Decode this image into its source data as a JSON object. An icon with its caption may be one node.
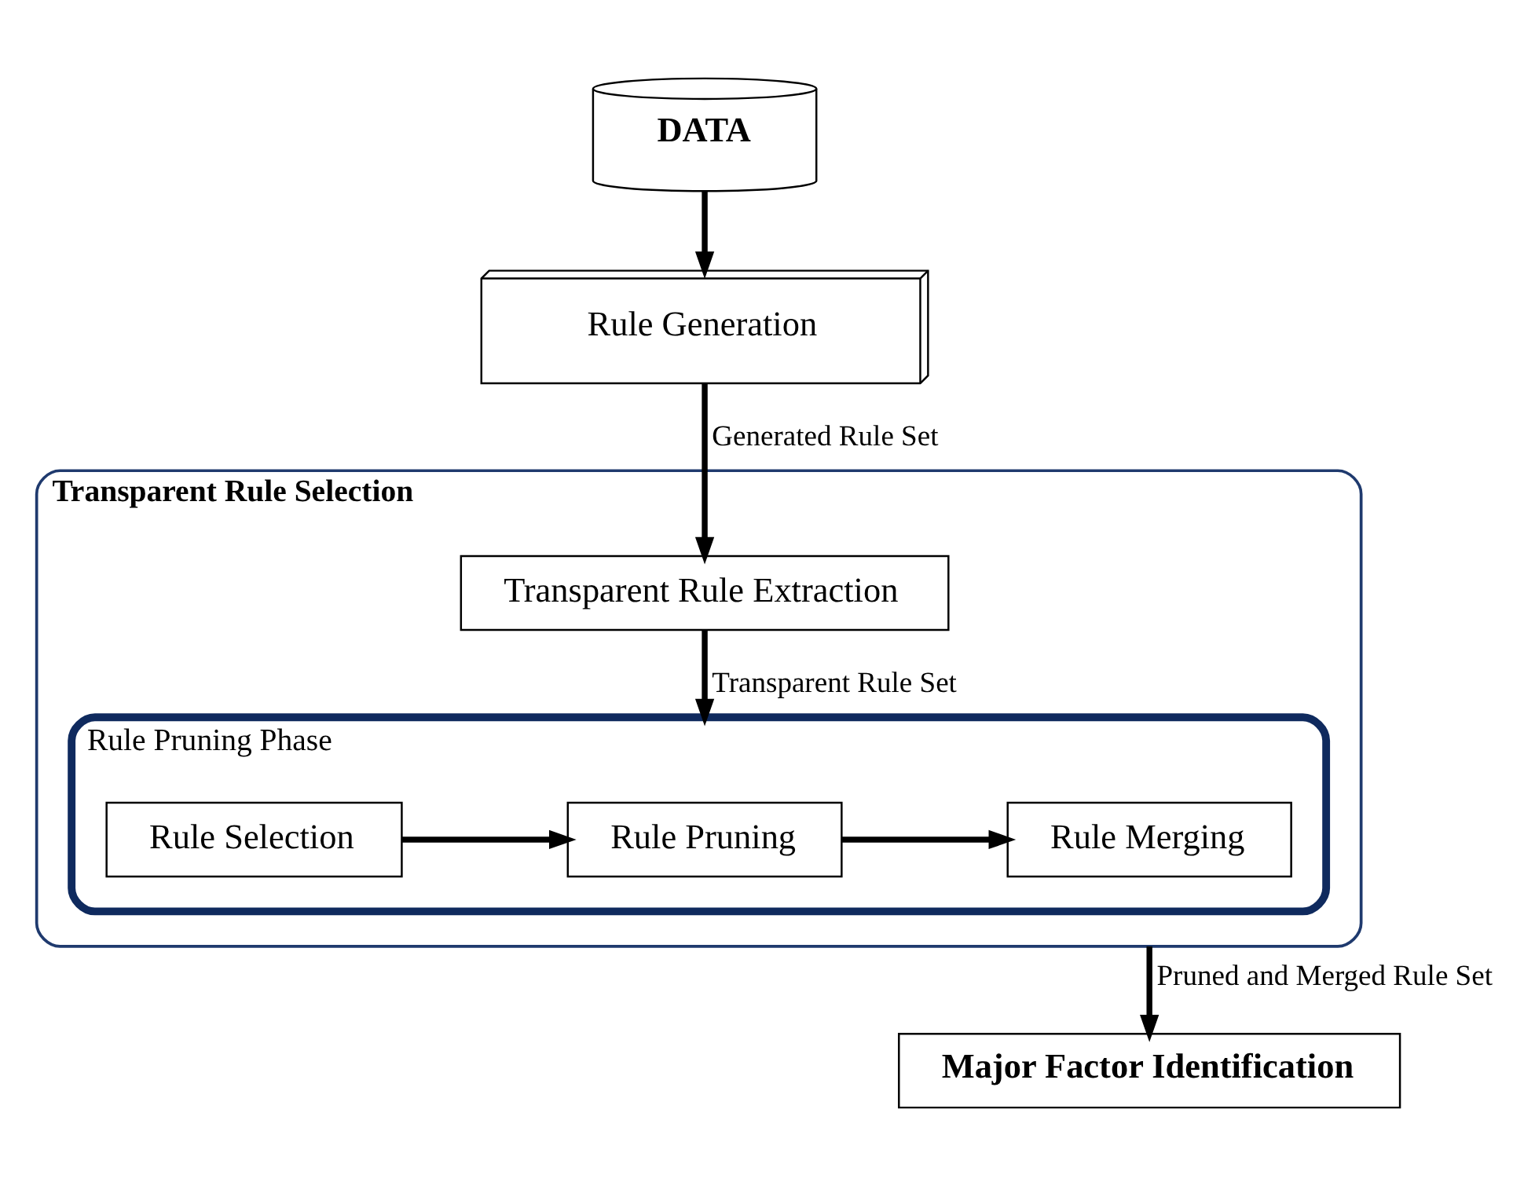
{
  "diagram": {
    "nodes": [
      {
        "text": [
          "DATA"
        ]
      },
      {
        "text": [
          "Rule Generation"
        ]
      },
      {
        "text": [
          "Transparent Rule Selection"
        ]
      },
      {
        "text": [
          "Transparent Rule Extraction"
        ],
        "in": 2
      },
      {
        "text": [
          "Rule Pruning Phase"
        ],
        "in": 2
      },
      {
        "text": [
          "Rule Selection"
        ],
        "in": 4
      },
      {
        "text": [
          "Rule Pruning"
        ],
        "in": 4
      },
      {
        "text": [
          "Rule Merging"
        ],
        "in": 4
      },
      {
        "text": [
          "Major Factor Identification"
        ]
      }
    ],
    "edges": [
      {
        "from": 0,
        "to": 1,
        "arrow": "to"
      },
      {
        "from": 1,
        "to": 3,
        "arrow": "to",
        "label": "Generated Rule Set"
      },
      {
        "from": 3,
        "to": 4,
        "arrow": "to",
        "label": "Transparent Rule Set"
      },
      {
        "from": 5,
        "to": 6,
        "arrow": "to"
      },
      {
        "from": 6,
        "to": 7,
        "arrow": "to"
      },
      {
        "from": 2,
        "to": 8,
        "arrow": "to",
        "label": "Pruned and Merged Rule Set"
      }
    ]
  }
}
